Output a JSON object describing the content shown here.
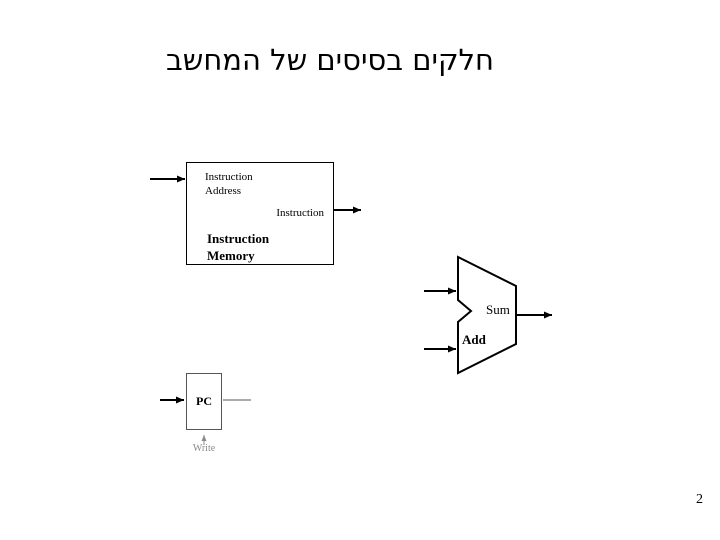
{
  "slide": {
    "title": "חלקים בסיסים של המחשב",
    "page_number": "2"
  },
  "instruction_memory": {
    "input_label_line1": "Instruction",
    "input_label_line2": "Address",
    "output_label": "Instruction",
    "title_line1": "Instruction",
    "title_line2": "Memory"
  },
  "adder": {
    "unit_label": "Add",
    "output_label": "Sum"
  },
  "pc": {
    "label": "PC",
    "write_label": "Write"
  },
  "colors": {
    "diagram_line": "#000000",
    "write_annotation": "#8a8a8a",
    "background": "#ffffff"
  }
}
